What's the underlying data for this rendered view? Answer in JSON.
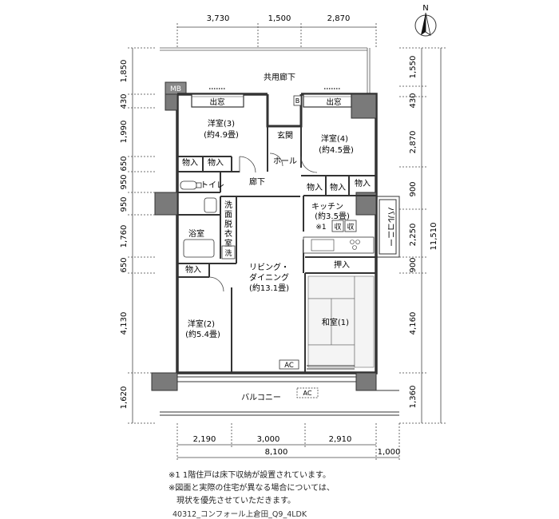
{
  "north_label": "N",
  "dims_top": [
    "3,730",
    "1,500",
    "2,870"
  ],
  "dims_bottom": [
    "2,190",
    "3,000",
    "2,910"
  ],
  "dim_bottom_total": "8,100",
  "dim_bottom_extra": "1,000",
  "dims_left": [
    "1,850",
    "430",
    "1,990",
    "650",
    "950",
    "950",
    "1,760",
    "650",
    "4,130",
    "1,620"
  ],
  "dims_right": [
    "1,550",
    "430",
    "2,870",
    "900",
    "2,250",
    "900",
    "4,160",
    "1,360"
  ],
  "dim_right_total": "11,510",
  "labels": {
    "corridor_common": "共用廊下",
    "mb": "MB",
    "bay_window": "出窓",
    "b_mark": "B",
    "western3_name": "洋室(3)",
    "western3_size": "(約4.9畳)",
    "western4_name": "洋室(4)",
    "western4_size": "(約4.5畳)",
    "entrance": "玄関",
    "hall": "ホール",
    "storage": "物入",
    "toilet": "トイレ",
    "hallway": "廊下",
    "washroom": "洗面脱衣室",
    "bath": "浴室",
    "wash": "洗",
    "kitchen_name": "キッチン",
    "kitchen_size": "(約3.5畳)",
    "kitchen_note": "※1",
    "store": "収",
    "closet": "押入",
    "living_name": "リビング・",
    "living_name2": "ダイニング",
    "living_size": "(約13.1畳)",
    "western2_name": "洋室(2)",
    "western2_size": "(約5.4畳)",
    "japanese_name": "和室(1)",
    "ac": "AC",
    "balcony": "バルコニー",
    "balcony_side": "バルコニー"
  },
  "notes": [
    "※1 1階住戸は床下収納が設置されています。",
    "※図面と実際の住宅が異なる場合については、",
    "　現状を優先させていただきます。"
  ],
  "caption": "40312_コンフォール上倉田_Q9_4LDK"
}
